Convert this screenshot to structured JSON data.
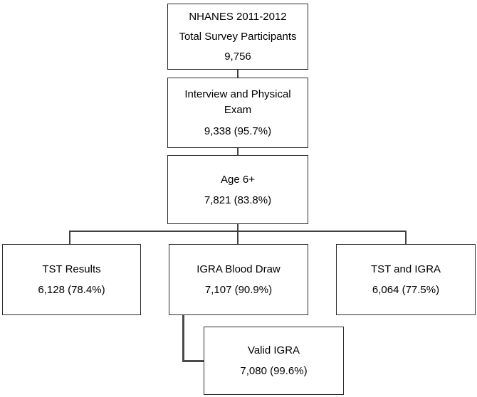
{
  "diagram": {
    "description": "NHANES 2011-2012 survey participant flow chart",
    "colors": {
      "background": "#ffffff",
      "box_border": "#2d2d2d",
      "connector": "#404040",
      "text": "#000000"
    },
    "nodes": {
      "total": {
        "lines": [
          "NHANES 2011-2012",
          "Total Survey Participants",
          "9,756"
        ]
      },
      "interview": {
        "title": "Interview and Physical Exam",
        "value": "9,338 (95.7%)"
      },
      "age": {
        "title": "Age 6+",
        "value": "7,821 (83.8%)"
      },
      "tst": {
        "title": "TST Results",
        "value": "6,128 (78.4%)"
      },
      "igra": {
        "title": "IGRA Blood Draw",
        "value": "7,107 (90.9%)"
      },
      "tst_igra": {
        "title": "TST and IGRA",
        "value": "6,064 (77.5%)"
      },
      "valid_igra": {
        "title": "Valid IGRA",
        "value": "7,080 (99.6%)"
      }
    },
    "edges": [
      {
        "from": "total",
        "to": "interview"
      },
      {
        "from": "interview",
        "to": "age"
      },
      {
        "from": "age",
        "to": "tst"
      },
      {
        "from": "age",
        "to": "igra"
      },
      {
        "from": "age",
        "to": "tst_igra"
      },
      {
        "from": "igra",
        "to": "valid_igra"
      }
    ]
  }
}
